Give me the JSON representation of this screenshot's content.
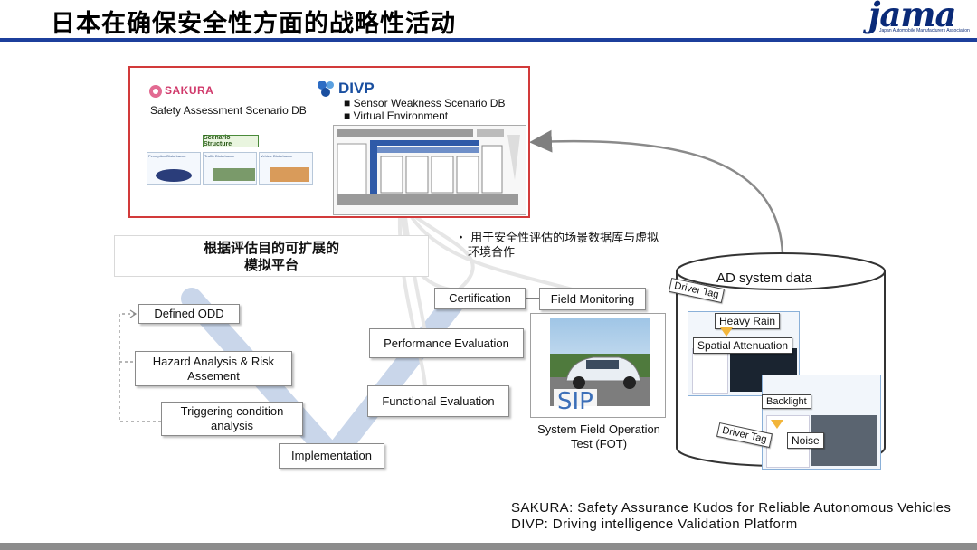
{
  "header": {
    "title": "日本在确保安全性方面的战略性活动",
    "logo": {
      "word": "jama",
      "subtitle": "Japan Automobile Manufacturers Association"
    },
    "rule_color": "#1c3f9c"
  },
  "sakura_panel": {
    "logo": "SAKURA",
    "db_label": "Safety Assessment Scenario DB",
    "structure_label": "Scenario Structure",
    "cards": [
      "Perception Disturbance",
      "Traffic Disturbance",
      "Vehicle Disturbance"
    ],
    "border_color": "#d23a3a"
  },
  "divp_panel": {
    "logo": "DIVP",
    "bullets": [
      "■  Sensor Weakness Scenario DB",
      "■  Virtual Environment"
    ]
  },
  "platform_box": {
    "line1": "根据评估目的可扩展的",
    "line2": "模拟平台"
  },
  "bullet_note": {
    "line1": "・ 用于安全性评估的场景数据库与虚拟",
    "line2": "环境合作"
  },
  "v_process": {
    "defined_odd": "Defined ODD",
    "hazard_line1": "Hazard Analysis & Risk",
    "hazard_line2": "Assement",
    "triggering_line1": "Triggering condition",
    "triggering_line2": "analysis",
    "implementation": "Implementation",
    "functional": "Functional Evaluation",
    "performance": "Performance Evaluation",
    "certification": "Certification",
    "field_monitoring": "Field Monitoring"
  },
  "fot": {
    "sip_logo": "SIP",
    "label_line1": "System Field Operation",
    "label_line2": "Test (FOT)"
  },
  "ad_data": {
    "title": "AD system data",
    "tags": [
      "Driver Tag",
      "Heavy Rain",
      "Spatial Attenuation",
      "Backlight",
      "Driver Tag",
      "Noise"
    ]
  },
  "footer": {
    "line1": "SAKURA: Safety Assurance Kudos for Reliable Autonomous Vehicles",
    "line2": "DIVP: Driving intelligence Validation Platform"
  },
  "colors": {
    "v_band": "#c9d6ea",
    "flow_line": "#e8e8e8",
    "bottom_bar": "#8c8c8c"
  }
}
